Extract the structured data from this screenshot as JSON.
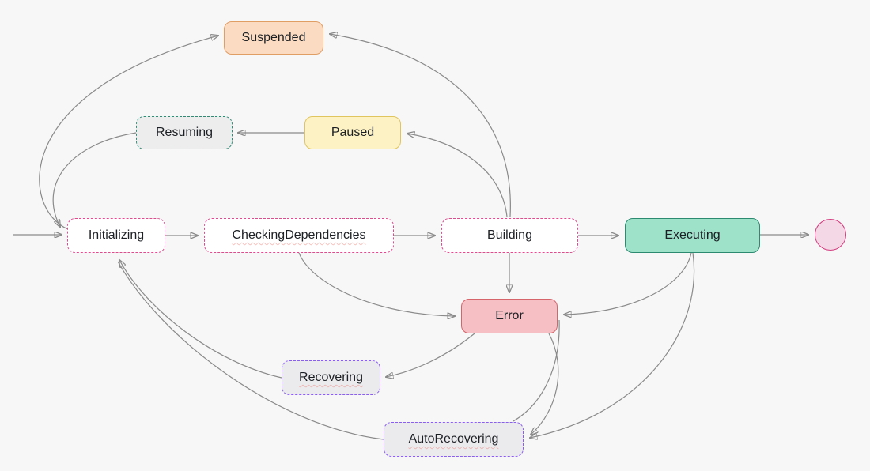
{
  "diagram": {
    "type": "state-machine",
    "background": "#f7f7f8",
    "edge_color": "#8a8a8a",
    "arrow_color": "#848484",
    "text_color": "#1c1f23",
    "nodes": {
      "suspended": {
        "label": "Suspended",
        "fill": "#fbdcc2",
        "border": "#e09d64",
        "border_style": "solid"
      },
      "resuming": {
        "label": "Resuming",
        "fill": "#ededee",
        "border": "#2e8b74",
        "border_style": "dashed"
      },
      "paused": {
        "label": "Paused",
        "fill": "#fdf2c4",
        "border": "#e0c55e",
        "border_style": "solid"
      },
      "initializing": {
        "label": "Initializing",
        "fill": "#ffffff",
        "border": "#e2498e",
        "border_style": "dashed"
      },
      "checking_dependencies": {
        "label": "CheckingDependencies",
        "fill": "#ffffff",
        "border": "#e2498e",
        "border_style": "dashed"
      },
      "building": {
        "label": "Building",
        "fill": "#ffffff",
        "border": "#e2498e",
        "border_style": "dashed"
      },
      "executing": {
        "label": "Executing",
        "fill": "#9fe2ca",
        "border": "#2b8a6f",
        "border_style": "solid"
      },
      "error": {
        "label": "Error",
        "fill": "#f5bfc4",
        "border": "#d5646b",
        "border_style": "solid"
      },
      "recovering": {
        "label": "Recovering",
        "fill": "#ebebee",
        "border": "#8b5cf6",
        "border_style": "dashed"
      },
      "auto_recovering": {
        "label": "AutoRecovering",
        "fill": "#ebebee",
        "border": "#8b5cf6",
        "border_style": "dashed"
      },
      "final_state": {
        "label": "",
        "fill": "#f5d8e6",
        "border": "#d23b7e",
        "border_style": "solid",
        "shape": "circle"
      }
    },
    "edges": [
      {
        "from": "(start)",
        "to": "Initializing"
      },
      {
        "from": "Initializing",
        "to": "CheckingDependencies"
      },
      {
        "from": "CheckingDependencies",
        "to": "Building"
      },
      {
        "from": "Building",
        "to": "Executing"
      },
      {
        "from": "Executing",
        "to": "(final)"
      },
      {
        "from": "Building",
        "to": "Error"
      },
      {
        "from": "CheckingDependencies",
        "to": "Error"
      },
      {
        "from": "Executing",
        "to": "Error"
      },
      {
        "from": "AutoRecovering",
        "to": "Error"
      },
      {
        "from": "Error",
        "to": "Recovering"
      },
      {
        "from": "Error",
        "to": "AutoRecovering"
      },
      {
        "from": "Executing",
        "to": "AutoRecovering"
      },
      {
        "from": "Recovering",
        "to": "Initializing"
      },
      {
        "from": "AutoRecovering",
        "to": "Initializing"
      },
      {
        "from": "Building",
        "to": "Paused"
      },
      {
        "from": "Building",
        "to": "Suspended"
      },
      {
        "from": "Paused",
        "to": "Resuming"
      },
      {
        "from": "Resuming",
        "to": "Initializing"
      },
      {
        "from": "Initializing",
        "to": "Suspended"
      }
    ]
  }
}
